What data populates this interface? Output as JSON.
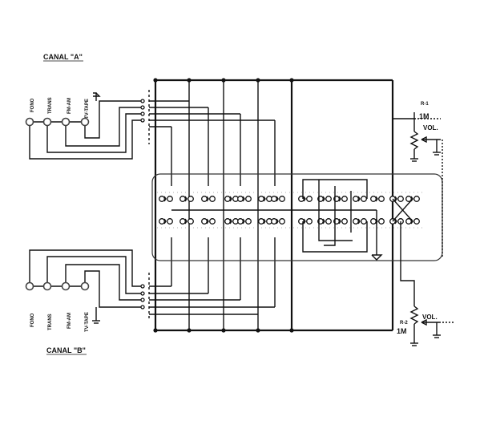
{
  "canal_a": {
    "label": "CANAL \"A\"",
    "inputs": [
      "FONO",
      "TRANS",
      "FM-AM",
      "TV-TAPE"
    ]
  },
  "canal_b": {
    "label": "CANAL \"B\"",
    "inputs": [
      "FONO",
      "TRANS",
      "FM-AM",
      "TV-TAPE"
    ]
  },
  "pot_top": {
    "ref": "R-1",
    "value": "1M",
    "label": "VOL."
  },
  "pot_bottom": {
    "ref": "R-2",
    "value": "1M",
    "label": "VOL."
  }
}
